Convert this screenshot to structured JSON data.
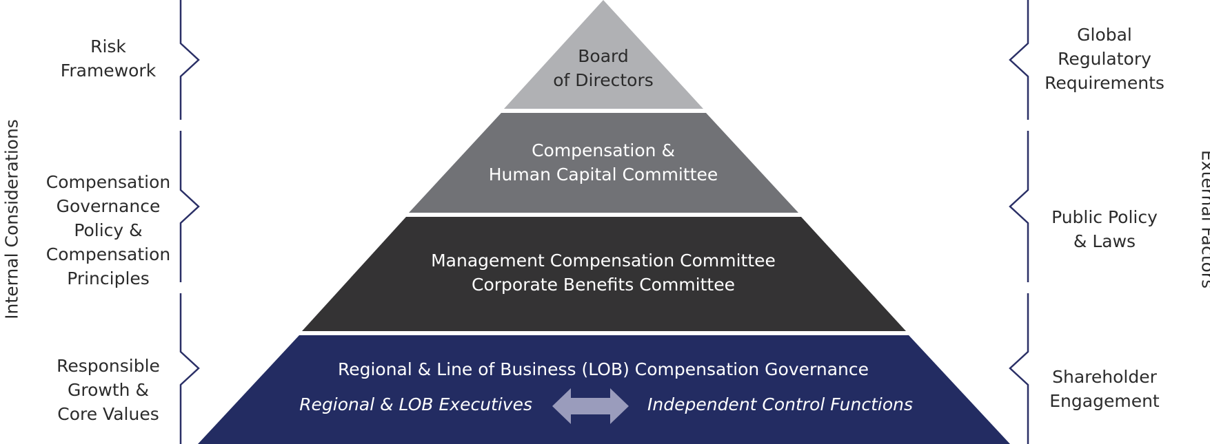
{
  "colors": {
    "tier1": "#b0b1b4",
    "tier2": "#717276",
    "tier3": "#343334",
    "tier4": "#232c62",
    "brace": "#2a2f66",
    "arrow": "#9a9cbc",
    "dark_text": "#2b2b2b",
    "light_text": "#ffffff"
  },
  "left": {
    "heading": "Internal Considerations",
    "items": [
      {
        "label": "Risk\nFramework"
      },
      {
        "label": "Compensation\nGovernance\nPolicy &\nCompensation\nPrinciples"
      },
      {
        "label": "Responsible\nGrowth &\nCore Values"
      }
    ]
  },
  "right": {
    "heading": "External Factors",
    "items": [
      {
        "label": "Global\nRegulatory\nRequirements"
      },
      {
        "label": "Public Policy\n& Laws"
      },
      {
        "label": "Shareholder\nEngagement"
      }
    ]
  },
  "pyramid": {
    "tiers": [
      {
        "label": "Board\nof Directors"
      },
      {
        "label": "Compensation &\nHuman Capital Committee"
      },
      {
        "label": "Management Compensation Committee\nCorporate Benefits Committee"
      },
      {
        "label": "Regional & Line of Business (LOB) Compensation Governance",
        "left_sub": "Regional & LOB Executives",
        "right_sub": "Independent Control Functions",
        "arrow_icon": "double-arrow-icon"
      }
    ]
  }
}
